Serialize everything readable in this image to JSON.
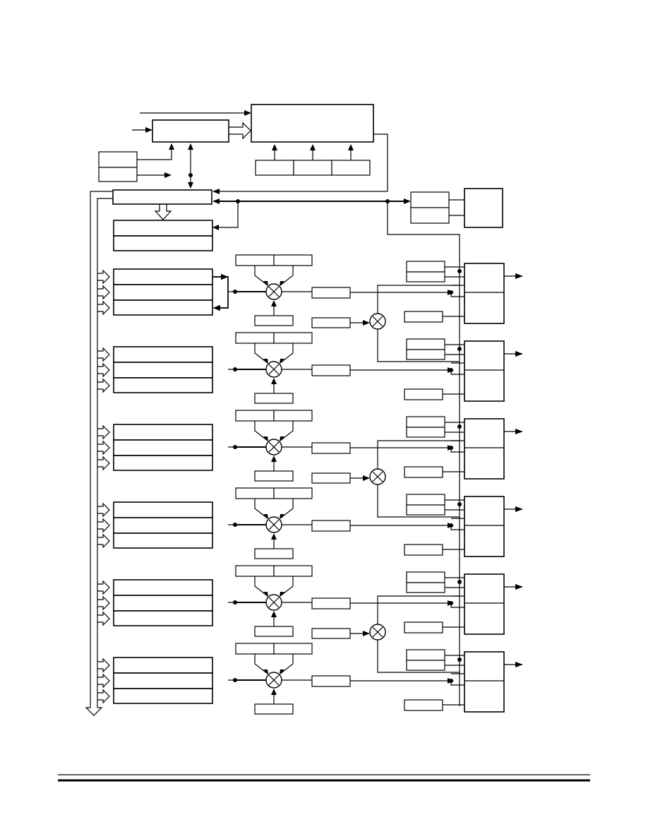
{
  "document": {
    "figure": {
      "kind": "block-diagram",
      "labels_visible": false,
      "channel_rows": 6,
      "shared_modulators": 3
    }
  }
}
